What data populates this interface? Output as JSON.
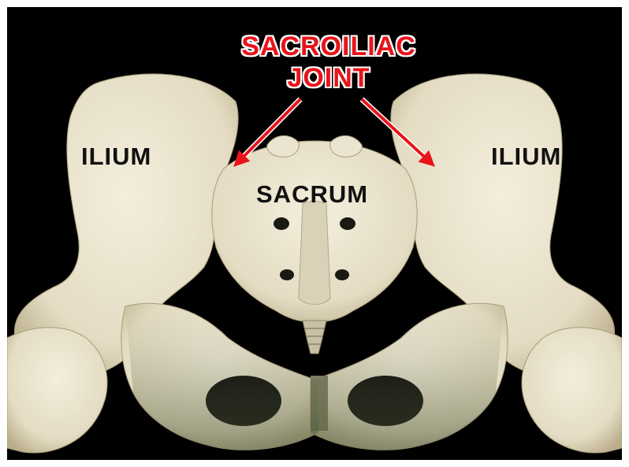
{
  "labels": {
    "title_line1": "SACROILIAC",
    "title_line2": "JOINT",
    "ilium_left": "ILIUM",
    "ilium_right": "ILIUM",
    "sacrum": "SACRUM"
  },
  "colors": {
    "background": "#000000",
    "bone": "#e9e3cf",
    "bone_shadow": "#c9bfa2",
    "arrow": "#e8141a",
    "label_text": "#111111"
  }
}
